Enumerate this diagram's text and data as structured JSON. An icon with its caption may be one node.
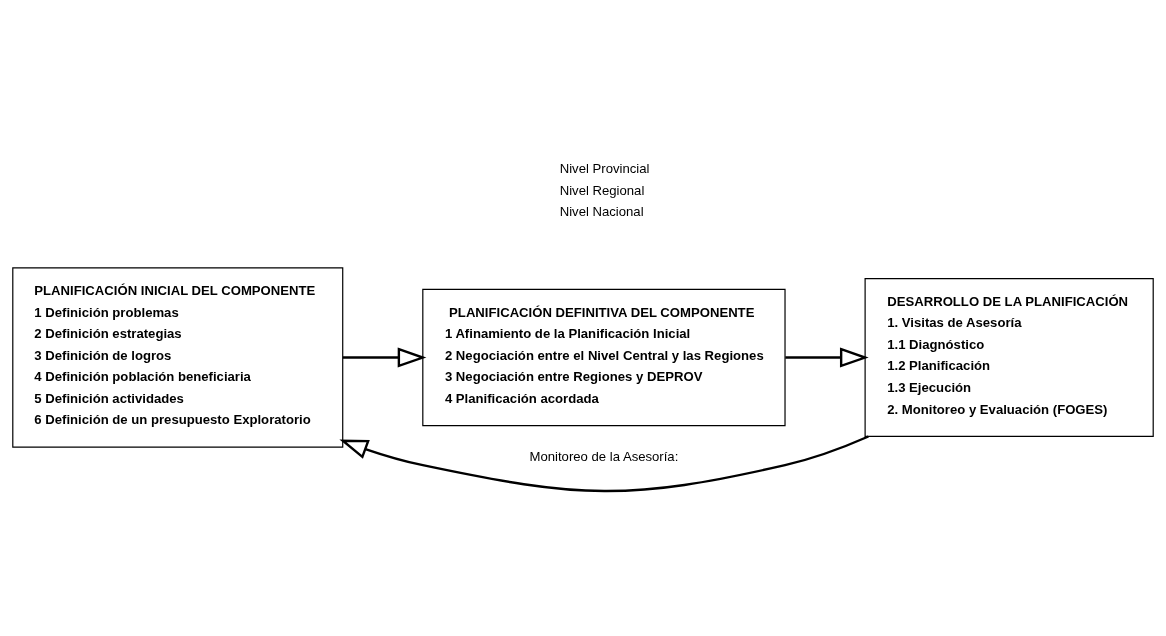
{
  "diagram": {
    "nodes": [
      {
        "text": [
          "PLANIFICACIÓN INICIAL DEL COMPONENTE",
          "1 Definición problemas",
          "2 Definición estrategias",
          "3 Definición de logros",
          "4 Definición población beneficiaria",
          "5 Definición actividades",
          "6 Definición de un presupuesto Exploratorio"
        ]
      },
      {
        "text": [
          "PLANIFICACIÓN DEFINITIVA DEL COMPONENTE",
          "1 Afinamiento de la Planificación Inicial",
          "2 Negociación entre el Nivel Central y las Regiones",
          "3 Negociación entre Regiones y DEPROV",
          "4 Planificación acordada"
        ]
      },
      {
        "text": [
          "DESARROLLO DE LA PLANIFICACIÓN",
          "1. Visitas de Asesoría",
          "1.1 Diagnóstico",
          "1.2 Planificación",
          "1.3 Ejecución",
          "2. Monitoreo y Evaluación (FOGES)"
        ]
      }
    ],
    "edges": [
      {
        "from": 0,
        "to": 1,
        "arrow": "to"
      },
      {
        "from": 1,
        "to": 2,
        "arrow": "to"
      },
      {
        "from": 2,
        "to": 0,
        "arrow": "to",
        "label": "Monitoreo de la Asesoría:"
      }
    ],
    "labels": [
      "Nivel Provincial",
      "Nivel Regional",
      "Nivel Nacional"
    ]
  }
}
